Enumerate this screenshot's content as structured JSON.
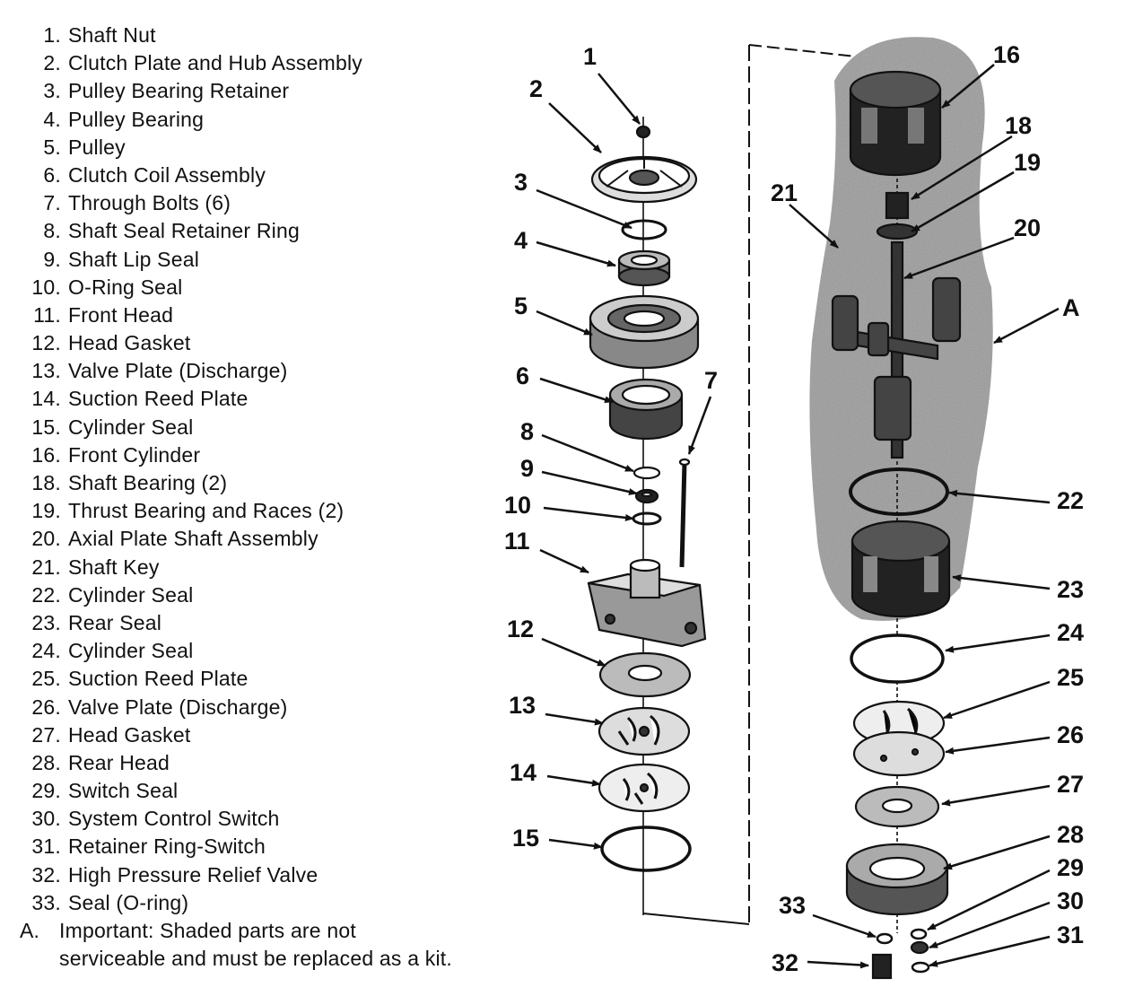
{
  "legend": [
    {
      "num": "1.",
      "label": "Shaft Nut"
    },
    {
      "num": "2.",
      "label": "Clutch Plate and Hub Assembly"
    },
    {
      "num": "3.",
      "label": "Pulley Bearing Retainer"
    },
    {
      "num": "4.",
      "label": "Pulley Bearing"
    },
    {
      "num": "5.",
      "label": "Pulley"
    },
    {
      "num": "6.",
      "label": "Clutch Coil Assembly"
    },
    {
      "num": "7.",
      "label": "Through Bolts (6)"
    },
    {
      "num": "8.",
      "label": "Shaft Seal Retainer Ring"
    },
    {
      "num": "9.",
      "label": "Shaft Lip Seal"
    },
    {
      "num": "10.",
      "label": "O-Ring Seal"
    },
    {
      "num": "11.",
      "label": "Front Head"
    },
    {
      "num": "12.",
      "label": "Head Gasket"
    },
    {
      "num": "13.",
      "label": "Valve Plate (Discharge)"
    },
    {
      "num": "14.",
      "label": "Suction Reed Plate"
    },
    {
      "num": "15.",
      "label": "Cylinder Seal"
    },
    {
      "num": "16.",
      "label": "Front Cylinder"
    },
    {
      "num": "18.",
      "label": "Shaft Bearing (2)"
    },
    {
      "num": "19.",
      "label": "Thrust Bearing and Races (2)"
    },
    {
      "num": "20.",
      "label": "Axial Plate Shaft Assembly"
    },
    {
      "num": "21.",
      "label": "Shaft Key"
    },
    {
      "num": "22.",
      "label": "Cylinder Seal"
    },
    {
      "num": "23.",
      "label": "Rear Seal"
    },
    {
      "num": "24.",
      "label": "Cylinder Seal"
    },
    {
      "num": "25.",
      "label": "Suction Reed Plate"
    },
    {
      "num": "26.",
      "label": "Valve Plate (Discharge)"
    },
    {
      "num": "27.",
      "label": "Head Gasket"
    },
    {
      "num": "28.",
      "label": "Rear Head"
    },
    {
      "num": "29.",
      "label": "Switch Seal"
    },
    {
      "num": "30.",
      "label": "System Control Switch"
    },
    {
      "num": "31.",
      "label": "Retainer Ring-Switch"
    },
    {
      "num": "32.",
      "label": "High Pressure Relief Valve"
    },
    {
      "num": "33.",
      "label": "Seal (O-ring)"
    }
  ],
  "note": {
    "letter": "A.",
    "line1": "Important: Shaded parts are not",
    "line2": "serviceable and must be replaced as a kit."
  },
  "callouts": {
    "c1": "1",
    "c2": "2",
    "c3": "3",
    "c4": "4",
    "c5": "5",
    "c6": "6",
    "c7": "7",
    "c8": "8",
    "c9": "9",
    "c10": "10",
    "c11": "11",
    "c12": "12",
    "c13": "13",
    "c14": "14",
    "c15": "15",
    "c16": "16",
    "c18": "18",
    "c19": "19",
    "c20": "20",
    "c21": "21",
    "c22": "22",
    "c23": "23",
    "c24": "24",
    "c25": "25",
    "c26": "26",
    "c27": "27",
    "c28": "28",
    "c29": "29",
    "c30": "30",
    "c31": "31",
    "c32": "32",
    "c33": "33",
    "cA": "A"
  }
}
